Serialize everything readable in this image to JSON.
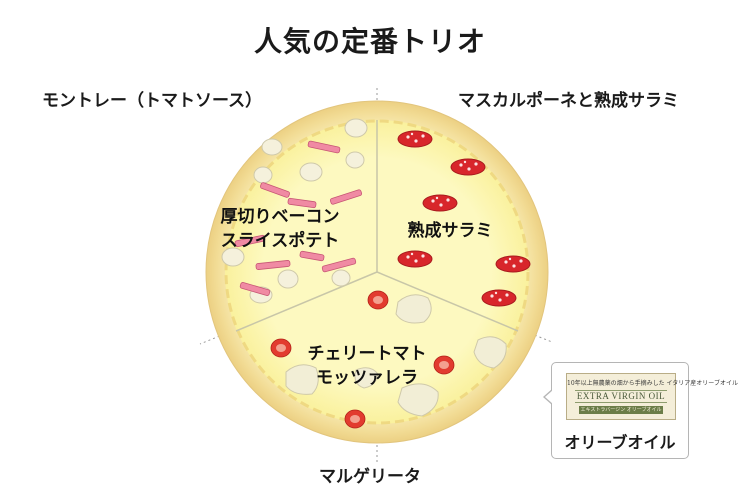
{
  "title": "人気の定番トリオ",
  "sections": {
    "top_left": {
      "outer_label": "モントレー（トマトソース）",
      "inner_lines": [
        "厚切りベーコン",
        "スライスポテト"
      ]
    },
    "top_right": {
      "outer_label": "マスカルポーネと熟成サラミ",
      "inner_lines": [
        "熟成サラミ"
      ]
    },
    "bottom": {
      "outer_label": "マルゲリータ",
      "inner_lines": [
        "チェリートマト",
        "モッツァレラ"
      ]
    }
  },
  "olive_oil_card": {
    "bottle_label_top": "10年以上無農薬の畑から手摘みした イタリア産オリーブオイル",
    "bottle_label_name": "EXTRA VIRGIN OIL",
    "bottle_label_bar": "エキストラバージン オリーブオイル",
    "caption": "オリーブオイル"
  },
  "colors": {
    "crust": "#f4e4a6",
    "cheese": "#fdf8b8",
    "divider": "#b3b3a0",
    "salami": "#d8262b",
    "bacon": "#ee7f9a",
    "tomato": "#e23b2f",
    "potato": "#f3efd9"
  }
}
